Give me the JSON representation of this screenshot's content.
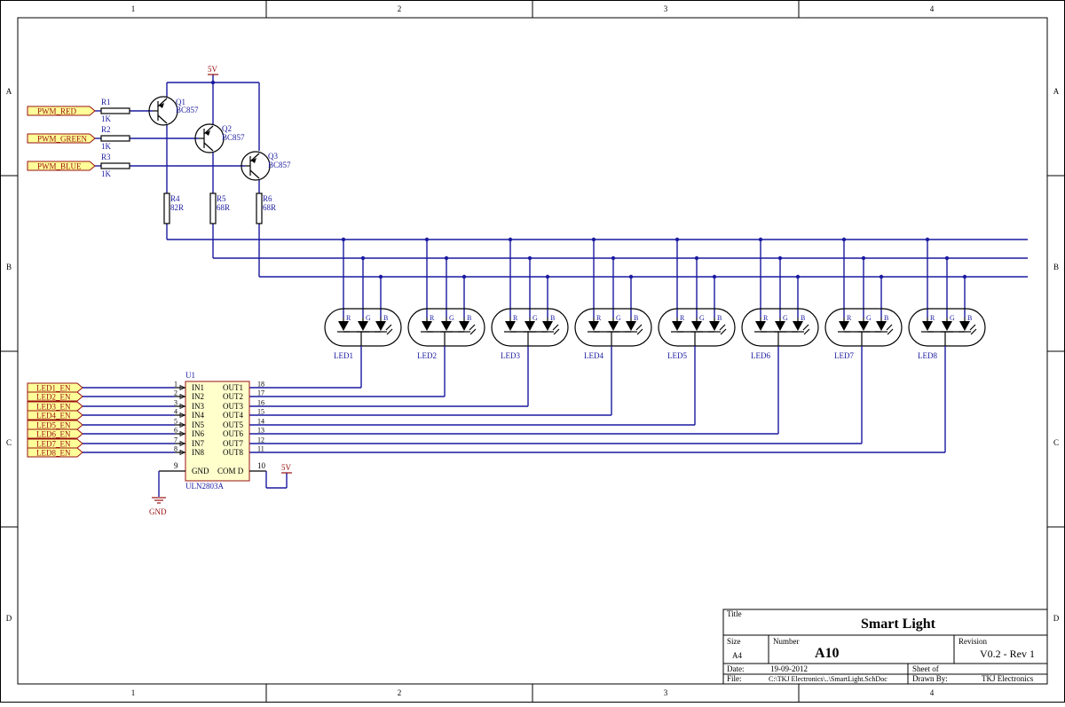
{
  "zones": {
    "columns": [
      "1",
      "2",
      "3",
      "4"
    ],
    "rows": [
      "A",
      "B",
      "C",
      "D"
    ]
  },
  "power": {
    "supply_top": "5V",
    "supply_uln": "5V",
    "ground": "GND"
  },
  "ports_pwm": [
    "PWM_RED",
    "PWM_GREEN",
    "PWM_BLUE"
  ],
  "ports_led": [
    "LED1_EN",
    "LED2_EN",
    "LED3_EN",
    "LED4_EN",
    "LED5_EN",
    "LED6_EN",
    "LED7_EN",
    "LED8_EN"
  ],
  "base_resistors": [
    {
      "ref": "R1",
      "value": "1K"
    },
    {
      "ref": "R2",
      "value": "1K"
    },
    {
      "ref": "R3",
      "value": "1K"
    }
  ],
  "transistors": [
    {
      "ref": "Q1",
      "part": "BC857"
    },
    {
      "ref": "Q2",
      "part": "BC857"
    },
    {
      "ref": "Q3",
      "part": "BC857"
    }
  ],
  "collector_resistors": [
    {
      "ref": "R4",
      "value": "82R"
    },
    {
      "ref": "R5",
      "value": "68R"
    },
    {
      "ref": "R6",
      "value": "68R"
    }
  ],
  "leds": [
    "LED1",
    "LED2",
    "LED3",
    "LED4",
    "LED5",
    "LED6",
    "LED7",
    "LED8"
  ],
  "led_pin_letters": [
    "R",
    "G",
    "B"
  ],
  "uln": {
    "ref": "U1",
    "part": "ULN2803A",
    "inputs": [
      "IN1",
      "IN2",
      "IN3",
      "IN4",
      "IN5",
      "IN6",
      "IN7",
      "IN8"
    ],
    "input_pins": [
      "1",
      "2",
      "3",
      "4",
      "5",
      "6",
      "7",
      "8"
    ],
    "outputs": [
      "OUT1",
      "OUT2",
      "OUT3",
      "OUT4",
      "OUT5",
      "OUT6",
      "OUT7",
      "OUT8"
    ],
    "output_pins": [
      "18",
      "17",
      "16",
      "15",
      "14",
      "13",
      "12",
      "11"
    ],
    "gnd_label": "GND",
    "gnd_pin": "9",
    "com_label": "COM D",
    "com_pin": "10"
  },
  "title_block": {
    "title_label": "Title",
    "title": "Smart Light",
    "size_label": "Size",
    "size": "A4",
    "number_label": "Number",
    "number": "A10",
    "revision_label": "Revision",
    "revision": "V0.2 - Rev 1",
    "date_label": "Date:",
    "date": "19-09-2012",
    "sheet_label": "Sheet    of",
    "file_label": "File:",
    "file": "C:\\TKJ Electronics\\..\\SmartLight.SchDoc",
    "drawn_label": "Drawn By:",
    "drawn": "TKJ Electronics"
  }
}
